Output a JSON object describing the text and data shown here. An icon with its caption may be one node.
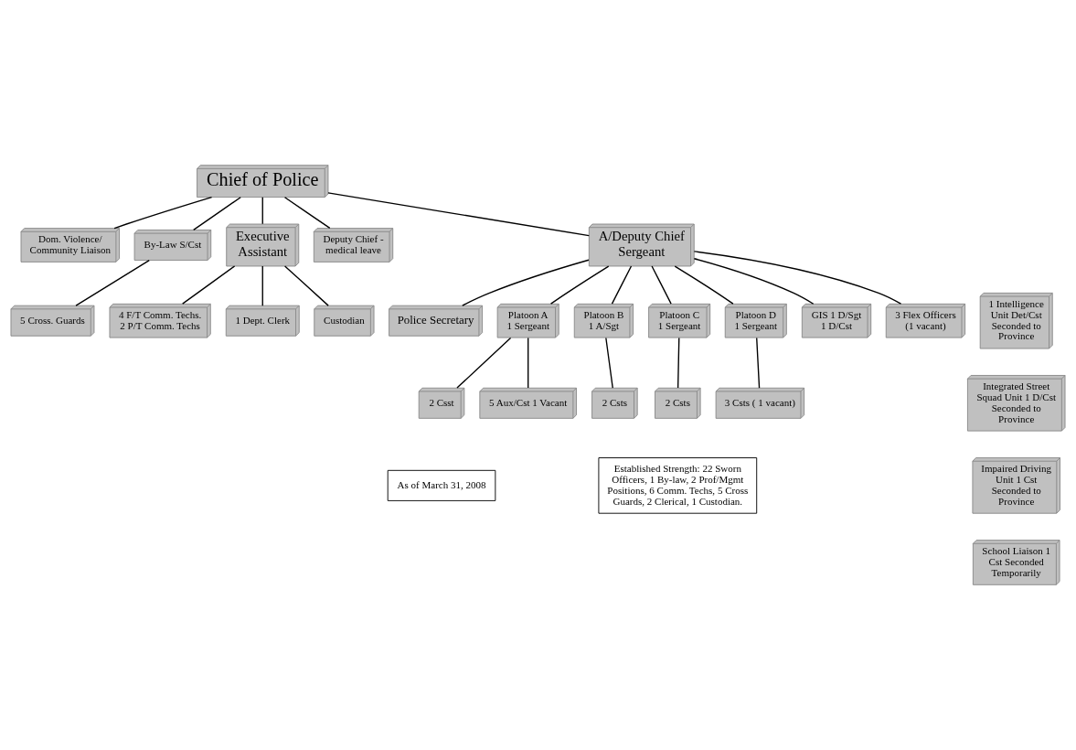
{
  "diagram": {
    "nodes": [
      {
        "text": [
          "Chief of Police"
        ]
      },
      {
        "text": [
          "Dom. Violence/ Community Liaison"
        ]
      },
      {
        "text": [
          "By-Law S/Cst"
        ]
      },
      {
        "text": [
          "Executive Assistant"
        ]
      },
      {
        "text": [
          "5 Cross. Guards"
        ]
      },
      {
        "text": [
          "4 F/T Comm. Techs. 2 P/T Comm. Techs"
        ]
      },
      {
        "text": [
          "1 Dept. Clerk"
        ]
      },
      {
        "text": [
          "Custodian"
        ]
      },
      {
        "text": [
          "Deputy Chief - medical leave"
        ]
      },
      {
        "text": [
          "A/Deputy Chief Sergeant"
        ]
      },
      {
        "text": [
          "Police Secretary"
        ]
      },
      {
        "text": [
          "Platoon A",
          "1 Sergeant"
        ]
      },
      {
        "text": [
          "Platoon B",
          "1 A/Sgt"
        ]
      },
      {
        "text": [
          "Platoon C",
          "1 Sergeant"
        ]
      },
      {
        "text": [
          "Platoon D",
          "1 Sergeant"
        ]
      },
      {
        "text": [
          "GIS 1 D/Sgt",
          "1 D/Cst"
        ]
      },
      {
        "text": [
          "3 Flex Officers",
          "(1 vacant)"
        ]
      },
      {
        "text": [
          "1 Intelligence Unit Det/Cst Seconded to Province"
        ]
      },
      {
        "text": [
          "Integrated Street Squad Unit 1 D/Cst Seconded to Province"
        ]
      },
      {
        "text": [
          "2 Csst"
        ]
      },
      {
        "text": [
          "5 Aux/Cst 1 Vacant"
        ]
      },
      {
        "text": [
          "2 Csts"
        ]
      },
      {
        "text": [
          "2 Csts"
        ]
      },
      {
        "text": [
          "3 Csts ( 1 vacant)"
        ]
      },
      {
        "text": [
          "Impaired Driving Unit 1 Cst Seconded to Province"
        ]
      },
      {
        "text": [
          "School Liaison 1 Cst Seconded Temporarily"
        ]
      },
      {
        "text": [
          "Established Strength: 22 Sworn Officers, 1 By-law, 2 Prof/Mgmt Positions, 6 Comm. Techs, 5 Cross Guards, 2 Clerical, 1 Custodian."
        ]
      },
      {
        "text": [
          "As of March 31, 2008"
        ]
      }
    ],
    "edges": [
      {
        "from": 0,
        "to": 1,
        "arrow": "none"
      },
      {
        "from": 0,
        "to": 2,
        "arrow": "none"
      },
      {
        "from": 0,
        "to": 3,
        "arrow": "none"
      },
      {
        "from": 2,
        "to": 4,
        "arrow": "none"
      },
      {
        "from": 3,
        "to": 5,
        "arrow": "none"
      },
      {
        "from": 3,
        "to": 6,
        "arrow": "none"
      },
      {
        "from": 3,
        "to": 7,
        "arrow": "none"
      },
      {
        "from": 0,
        "to": 8,
        "arrow": "none"
      },
      {
        "from": 0,
        "to": 9,
        "arrow": "none"
      },
      {
        "from": 9,
        "to": 10,
        "arrow": "none"
      },
      {
        "from": 9,
        "to": 11,
        "arrow": "none"
      },
      {
        "from": 9,
        "to": 12,
        "arrow": "none"
      },
      {
        "from": 9,
        "to": 13,
        "arrow": "none"
      },
      {
        "from": 9,
        "to": 14,
        "arrow": "none"
      },
      {
        "from": 9,
        "to": 15,
        "arrow": "none"
      },
      {
        "from": 9,
        "to": 16,
        "arrow": "none"
      },
      {
        "from": 11,
        "to": 19,
        "arrow": "none"
      },
      {
        "from": 11,
        "to": 20,
        "arrow": "none"
      },
      {
        "from": 12,
        "to": 21,
        "arrow": "none"
      },
      {
        "from": 13,
        "to": 22,
        "arrow": "none"
      },
      {
        "from": 14,
        "to": 23,
        "arrow": "none"
      }
    ]
  }
}
